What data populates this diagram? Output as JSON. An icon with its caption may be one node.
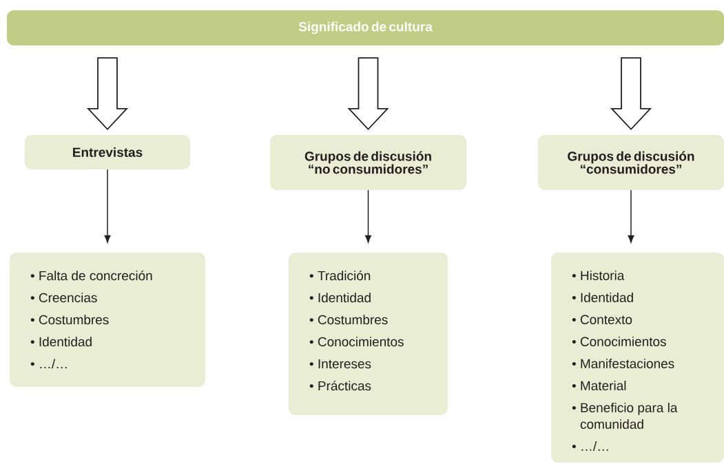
{
  "diagram": {
    "nodes": [
      {
        "text": [
          "Significado de cultura"
        ]
      },
      {
        "text": [
          "Entrevistas"
        ]
      },
      {
        "text": [
          "Grupos de discusión “no consumidores”"
        ]
      },
      {
        "text": [
          "Grupos de discusión “consumidores”"
        ]
      },
      {
        "text": [
          "• Falta de concreción",
          "• Creencias",
          "• Costumbres",
          "• Identidad",
          "• …/…"
        ]
      },
      {
        "text": [
          "• Tradición",
          "• Identidad",
          "• Costumbres",
          "• Conocimientos",
          "• Intereses",
          "• Prácticas"
        ]
      },
      {
        "text": [
          "• Historia",
          "• Identidad",
          "• Contexto",
          "• Conocimientos",
          "• Manifestaciones",
          "• Material",
          "• Beneficio para la comunidad",
          "• …/…"
        ]
      }
    ],
    "edges": [
      {
        "from": 0,
        "to": 1,
        "arrow": "to",
        "style": "thick"
      },
      {
        "from": 0,
        "to": 2,
        "arrow": "to",
        "style": "thick"
      },
      {
        "from": 0,
        "to": 3,
        "arrow": "to",
        "style": "thick"
      },
      {
        "from": 1,
        "to": 4,
        "arrow": "to"
      },
      {
        "from": 2,
        "to": 5,
        "arrow": "to"
      },
      {
        "from": 3,
        "to": 6,
        "arrow": "to"
      }
    ]
  }
}
